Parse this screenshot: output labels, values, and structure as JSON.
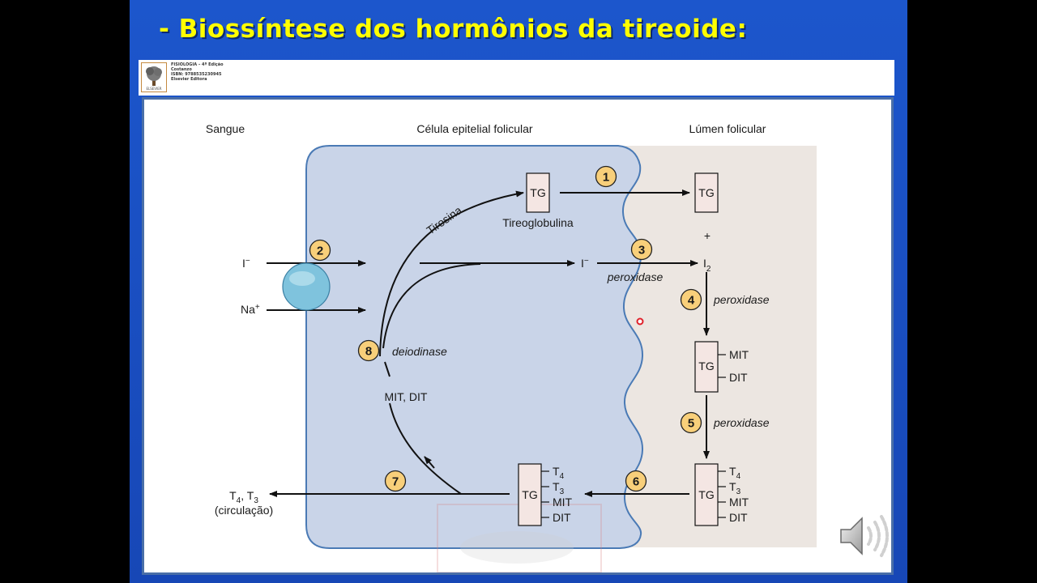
{
  "slide": {
    "title": "- Biossíntese dos hormônios da tireoide:"
  },
  "book": {
    "lines": [
      "FISIOLOGIA – 4ª Edição",
      "Costanzo",
      "ISBN: 9788535230945",
      "Elsevier Editora"
    ],
    "logo_text": "ELSEVIER"
  },
  "diagram": {
    "region_labels": {
      "blood": "Sangue",
      "cell": "Célula epitelial folicular",
      "lumen": "Lúmen folicular"
    },
    "tg": "TG",
    "tyrosine": "Tirosina",
    "thyroglobulin": "Tireoglobulina",
    "iodide": "I",
    "iodide_sup": "−",
    "sodium": "Na",
    "sodium_sup": "+",
    "iodine": "I",
    "iodine_sub": "2",
    "plus": "+",
    "peroxidase": "peroxidase",
    "deiodinase": "deiodinase",
    "mit_dit": "MIT, DIT",
    "mit": "MIT",
    "dit": "DIT",
    "t4": "T",
    "t4_sub": "4",
    "t3": "T",
    "t3_sub": "3",
    "output_label": "T",
    "output_t4_sub": "4",
    "output_sep": ", T",
    "output_t3_sub": "3",
    "circulation": "(circulação)",
    "steps": [
      "1",
      "2",
      "3",
      "4",
      "5",
      "6",
      "7",
      "8"
    ]
  },
  "colors": {
    "slide_bg": "#1b4fc2",
    "title": "#ffff00",
    "cell_fill": "#c9d4e8",
    "cell_stroke": "#4a7ab5",
    "lumen_fill": "#ece6e1",
    "tg_fill": "#f4e6e3",
    "step_fill": "#f8cf7a",
    "transporter": "#7fc3dd",
    "pointer": "#e0202a"
  },
  "icons": {
    "speaker": "speaker-icon",
    "logo": "elsevier-tree-icon"
  }
}
